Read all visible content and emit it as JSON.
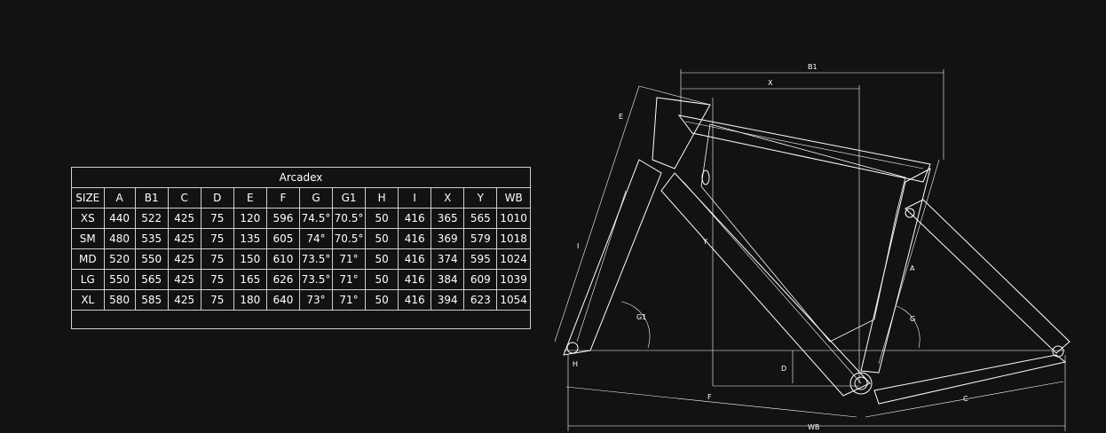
{
  "table": {
    "title": "Arcadex",
    "columns": [
      "SIZE",
      "A",
      "B1",
      "C",
      "D",
      "E",
      "F",
      "G",
      "G1",
      "H",
      "I",
      "X",
      "Y",
      "WB"
    ],
    "rows": [
      [
        "XS",
        "440",
        "522",
        "425",
        "75",
        "120",
        "596",
        "74.5°",
        "70.5°",
        "50",
        "416",
        "365",
        "565",
        "1010"
      ],
      [
        "SM",
        "480",
        "535",
        "425",
        "75",
        "135",
        "605",
        "74°",
        "70.5°",
        "50",
        "416",
        "369",
        "579",
        "1018"
      ],
      [
        "MD",
        "520",
        "550",
        "425",
        "75",
        "150",
        "610",
        "73.5°",
        "71°",
        "50",
        "416",
        "374",
        "595",
        "1024"
      ],
      [
        "LG",
        "550",
        "565",
        "425",
        "75",
        "165",
        "626",
        "73.5°",
        "71°",
        "50",
        "416",
        "384",
        "609",
        "1039"
      ],
      [
        "XL",
        "580",
        "585",
        "425",
        "75",
        "180",
        "640",
        "73°",
        "71°",
        "50",
        "416",
        "394",
        "623",
        "1054"
      ]
    ]
  },
  "diagram": {
    "labels": {
      "B1": "B1",
      "X": "X",
      "E": "E",
      "Y": "Y",
      "I": "I",
      "A": "A",
      "G1": "G1",
      "G": "G",
      "D": "D",
      "H": "H",
      "F": "F",
      "C": "C",
      "WB": "WB"
    }
  },
  "colors": {
    "background": "#121212",
    "line": "#ffffff",
    "grid": "#cfcfcf"
  }
}
